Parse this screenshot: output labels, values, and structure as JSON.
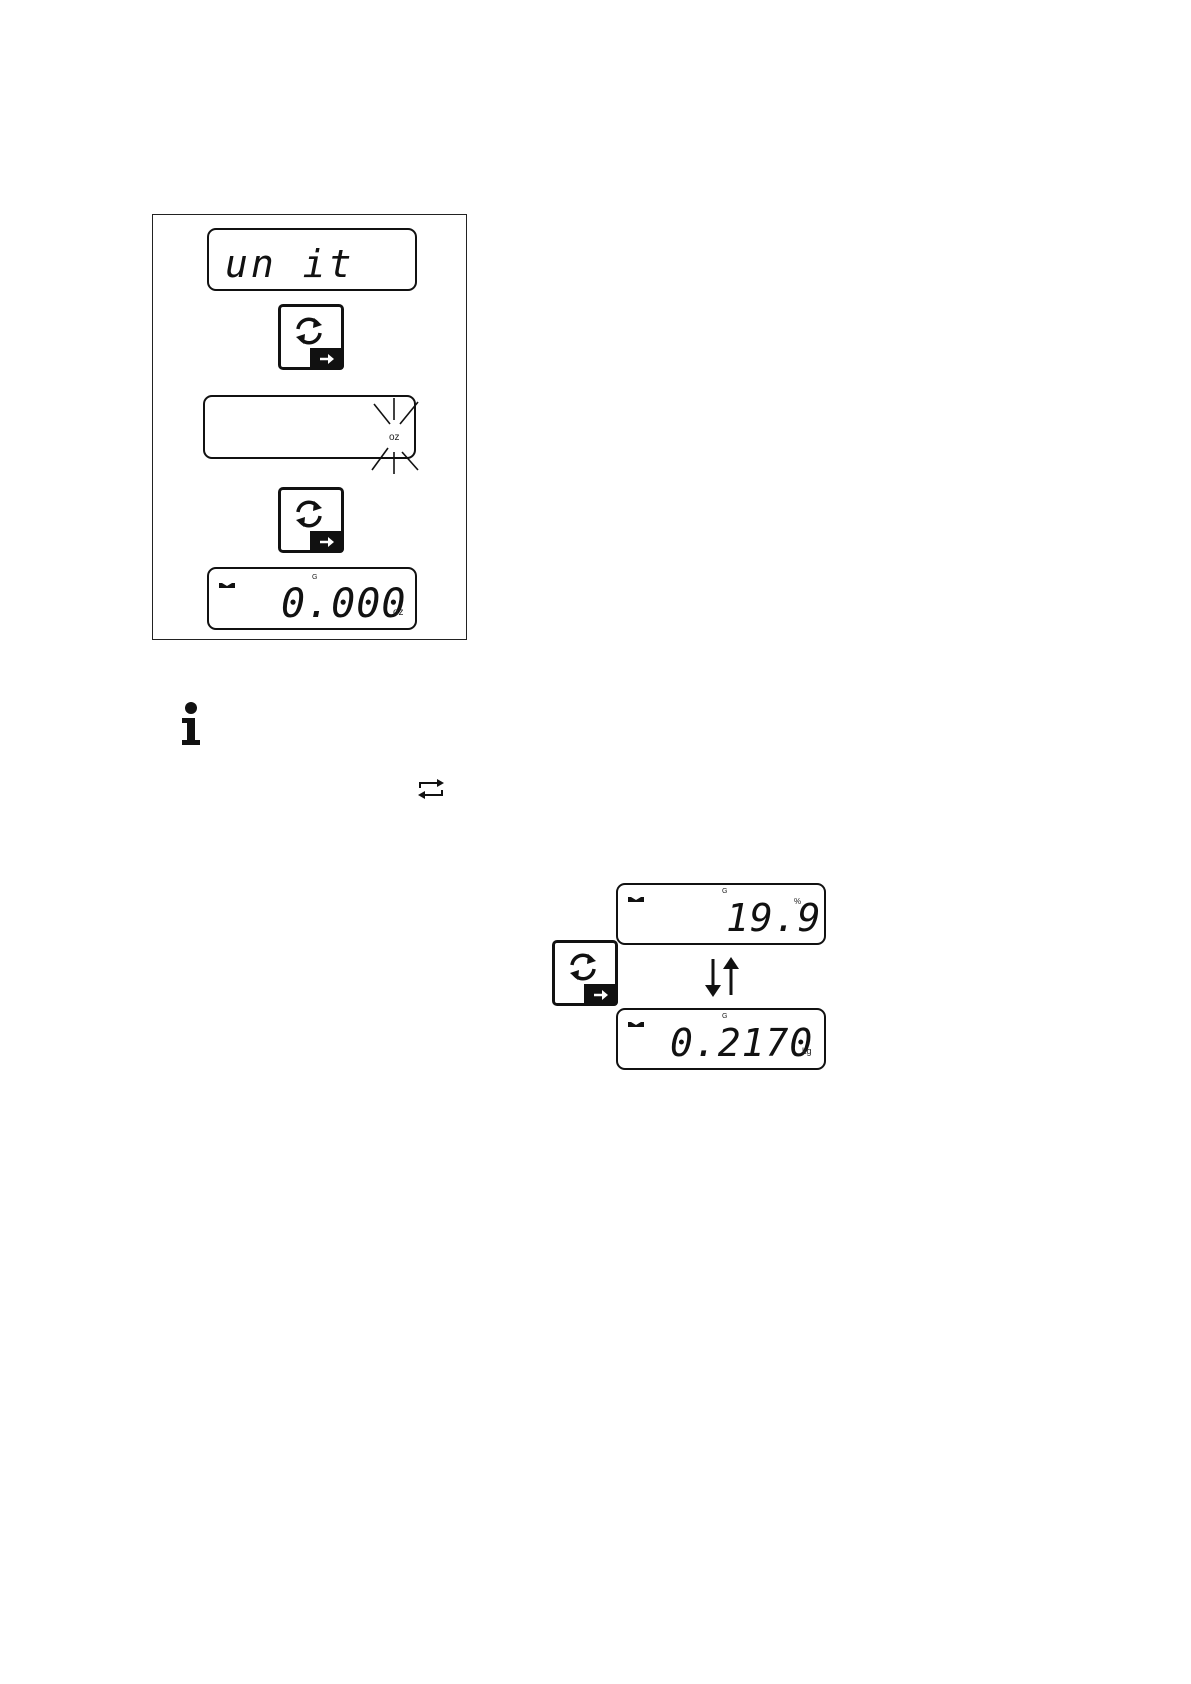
{
  "procedure": {
    "display_unit": {
      "text": "un it"
    },
    "display_unit_select": {
      "unit_label": "oz"
    },
    "display_result": {
      "value": "0.000",
      "unit": "oz",
      "gross_marker": "G"
    }
  },
  "note": {
    "icon": "info-icon",
    "inline_key_icon": "toggle-arrows-icon"
  },
  "toggle_example": {
    "display_top": {
      "value": "19.9",
      "unit": "%",
      "gross_marker": "G"
    },
    "display_bottom": {
      "value": "0.2170",
      "unit": "kg",
      "gross_marker": "G"
    },
    "arrows_icon": "up-down-arrows-icon"
  },
  "colors": {
    "ink": "#111111",
    "page": "#ffffff"
  }
}
